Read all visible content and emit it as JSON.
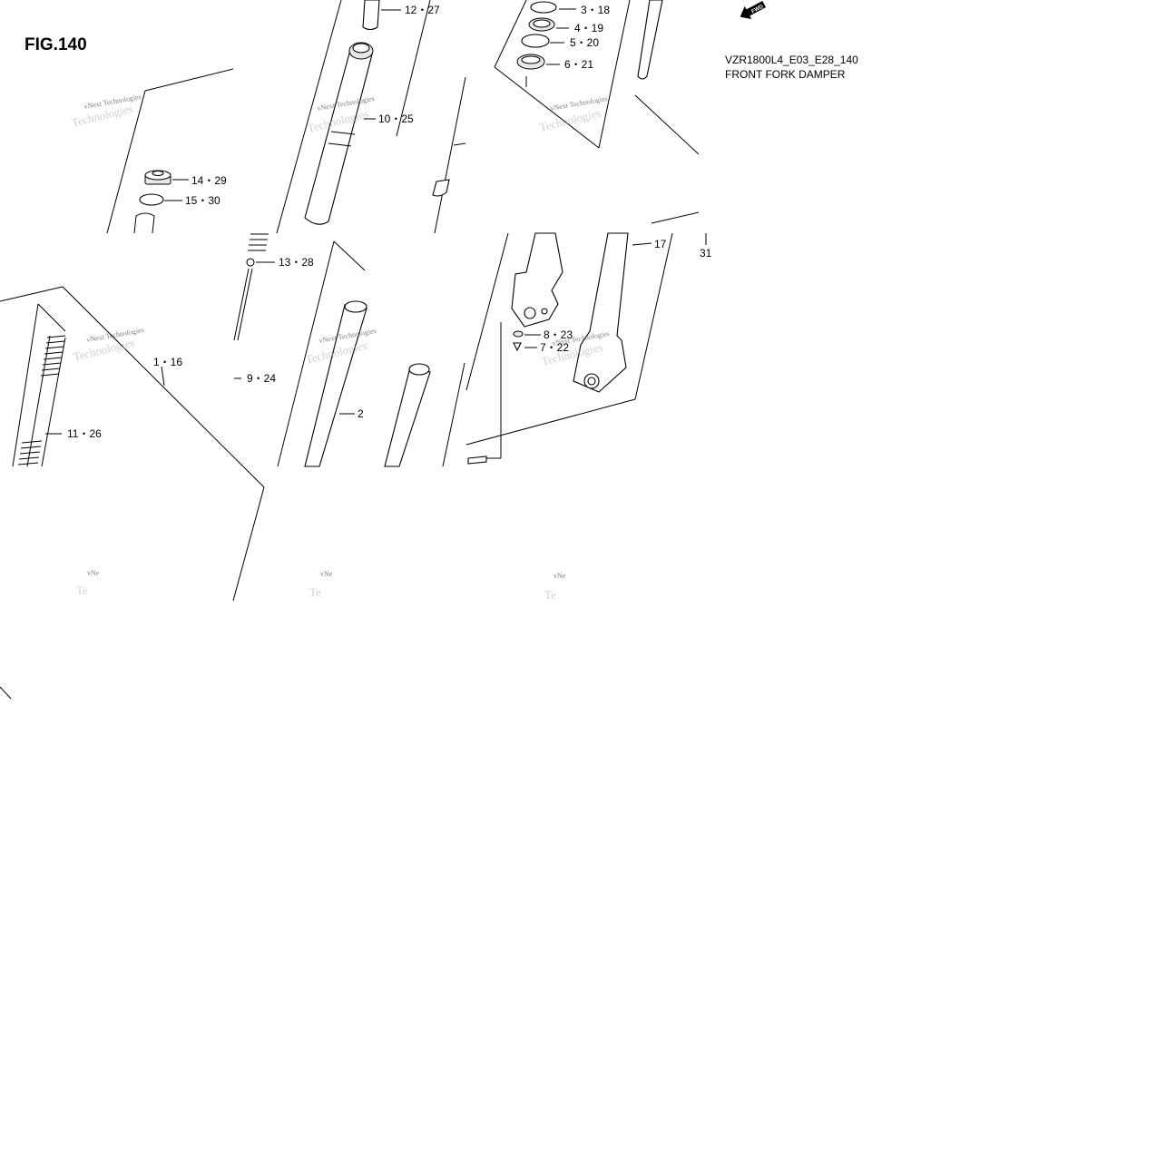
{
  "figure": {
    "fig_label": "FIG.140",
    "model_code": "VZR1800L4_E03_E28_140",
    "title": "FRONT FORK DAMPER",
    "fwd_label": "FWD"
  },
  "callouts": [
    {
      "id": "c-12-27",
      "text": "12・27"
    },
    {
      "id": "c-3-18",
      "text": "3・18"
    },
    {
      "id": "c-4-19",
      "text": "4・19"
    },
    {
      "id": "c-5-20",
      "text": "5・20"
    },
    {
      "id": "c-6-21",
      "text": "6・21"
    },
    {
      "id": "c-10-25",
      "text": "10・25"
    },
    {
      "id": "c-14-29",
      "text": "14・29"
    },
    {
      "id": "c-15-30",
      "text": "15・30"
    },
    {
      "id": "c-13-28",
      "text": "13・28"
    },
    {
      "id": "c-17",
      "text": "17"
    },
    {
      "id": "c-31",
      "text": "31"
    },
    {
      "id": "c-8-23",
      "text": "8・23"
    },
    {
      "id": "c-7-22",
      "text": "7・22"
    },
    {
      "id": "c-1-16",
      "text": "1・16"
    },
    {
      "id": "c-9-24",
      "text": "9・24"
    },
    {
      "id": "c-2",
      "text": "2"
    },
    {
      "id": "c-11-26",
      "text": "11・26"
    }
  ],
  "watermark": {
    "line1": "vNext Technologies",
    "line2": "Technologies",
    "short1": "vNe",
    "short2": "Te"
  }
}
